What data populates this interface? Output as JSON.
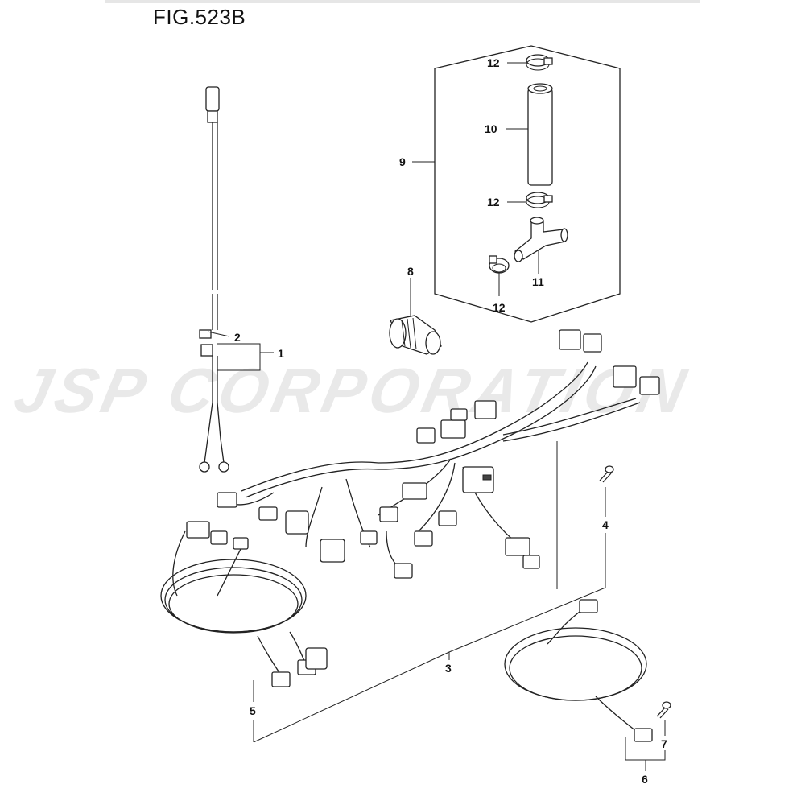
{
  "figure": {
    "title": "FIG.523B"
  },
  "watermark": {
    "text": "JSP CORPORATION"
  },
  "callouts": [
    {
      "id": "c1",
      "label": "1"
    },
    {
      "id": "c2",
      "label": "2"
    },
    {
      "id": "c3",
      "label": "3"
    },
    {
      "id": "c4",
      "label": "4"
    },
    {
      "id": "c5",
      "label": "5"
    },
    {
      "id": "c6",
      "label": "6"
    },
    {
      "id": "c7",
      "label": "7"
    },
    {
      "id": "c8",
      "label": "8"
    },
    {
      "id": "c9",
      "label": "9"
    },
    {
      "id": "c10",
      "label": "10"
    },
    {
      "id": "c11",
      "label": "11"
    },
    {
      "id": "c12a",
      "label": "12"
    },
    {
      "id": "c12b",
      "label": "12"
    },
    {
      "id": "c12c",
      "label": "12"
    }
  ]
}
